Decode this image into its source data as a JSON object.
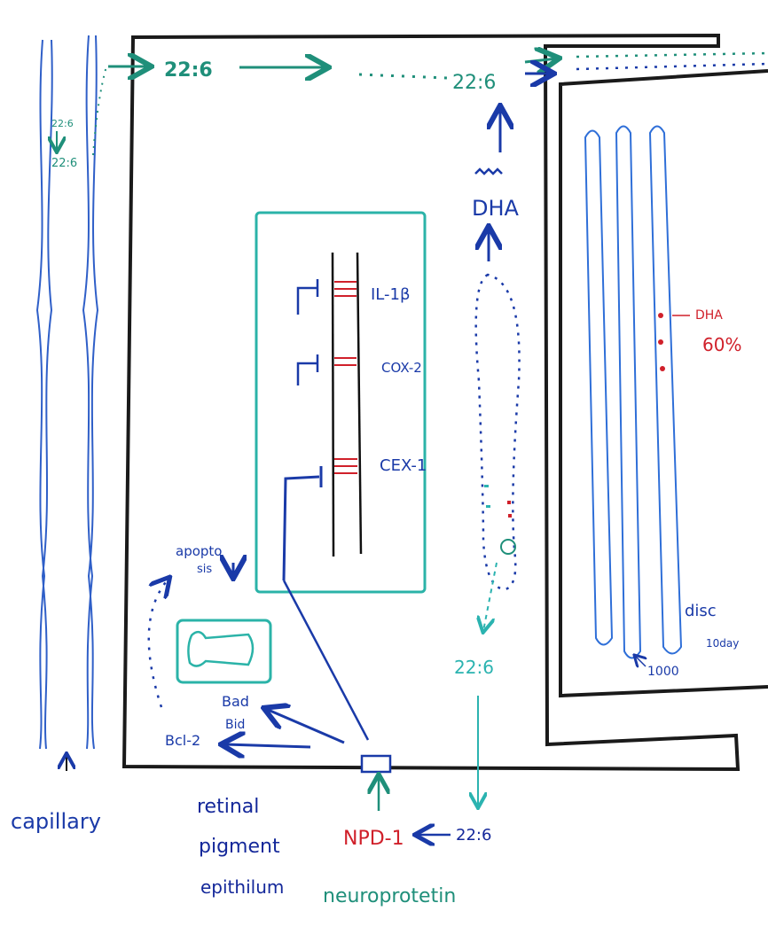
{
  "colors": {
    "membrane": "#1a1a1a",
    "blue": "#1a3aa8",
    "teal": "#1f8f7a",
    "cyan": "#2bb3b0",
    "red": "#d0202a"
  },
  "capillary": {
    "label": "capillary",
    "fatty_acid_top": "22:6",
    "fatty_acid_bottom": "22:6"
  },
  "transport": {
    "fatty_acid_entry": "22:6",
    "fatty_acid_end": "22:6",
    "dha_label": "DHA"
  },
  "nucleus": {
    "genes": [
      "IL-1β",
      "COX-2",
      "CEX-1"
    ]
  },
  "apoptosis": {
    "label_line1": "apopto",
    "label_line2": "sis",
    "bad": "Bad",
    "bid": "Bid",
    "bcl2": "Bcl-2"
  },
  "rpe": {
    "line1": "retinal",
    "line2": "pigment",
    "line3": "epithilum"
  },
  "phagocytosis": {
    "fatty_acid": "22:6"
  },
  "npd": {
    "label": "NPD-1",
    "source": "22:6",
    "full_name": "neuroprotetin"
  },
  "photoreceptor": {
    "dha_label": "DHA",
    "dha_percent": "60%",
    "disc_label": "disc",
    "renewal": "10day",
    "disc_count": "1000"
  }
}
